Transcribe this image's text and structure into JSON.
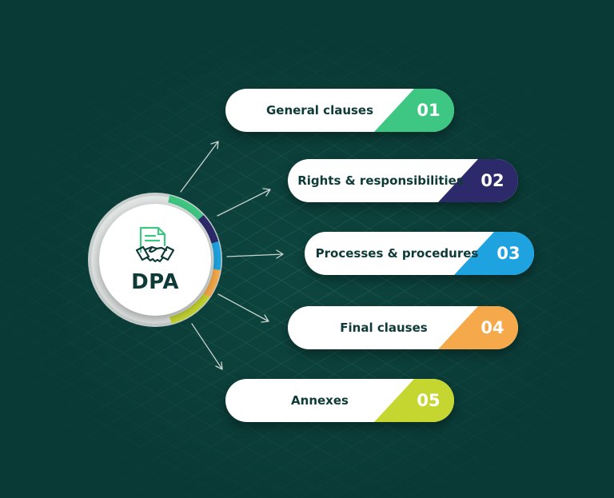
{
  "center": {
    "label": "DPA",
    "icon": "document-handshake-icon"
  },
  "items": [
    {
      "label": "General clauses",
      "number": "01",
      "color": "#3ec782"
    },
    {
      "label": "Rights & responsibilities",
      "number": "02",
      "color": "#2d2a6b"
    },
    {
      "label": "Processes & procedures",
      "number": "03",
      "color": "#1ea3e0"
    },
    {
      "label": "Final clauses",
      "number": "04",
      "color": "#f5a94a"
    },
    {
      "label": "Annexes",
      "number": "05",
      "color": "#c5d630"
    }
  ],
  "colors": {
    "background": "#0a3a36",
    "text": "#0e3a38",
    "icon": "#3ec782"
  }
}
